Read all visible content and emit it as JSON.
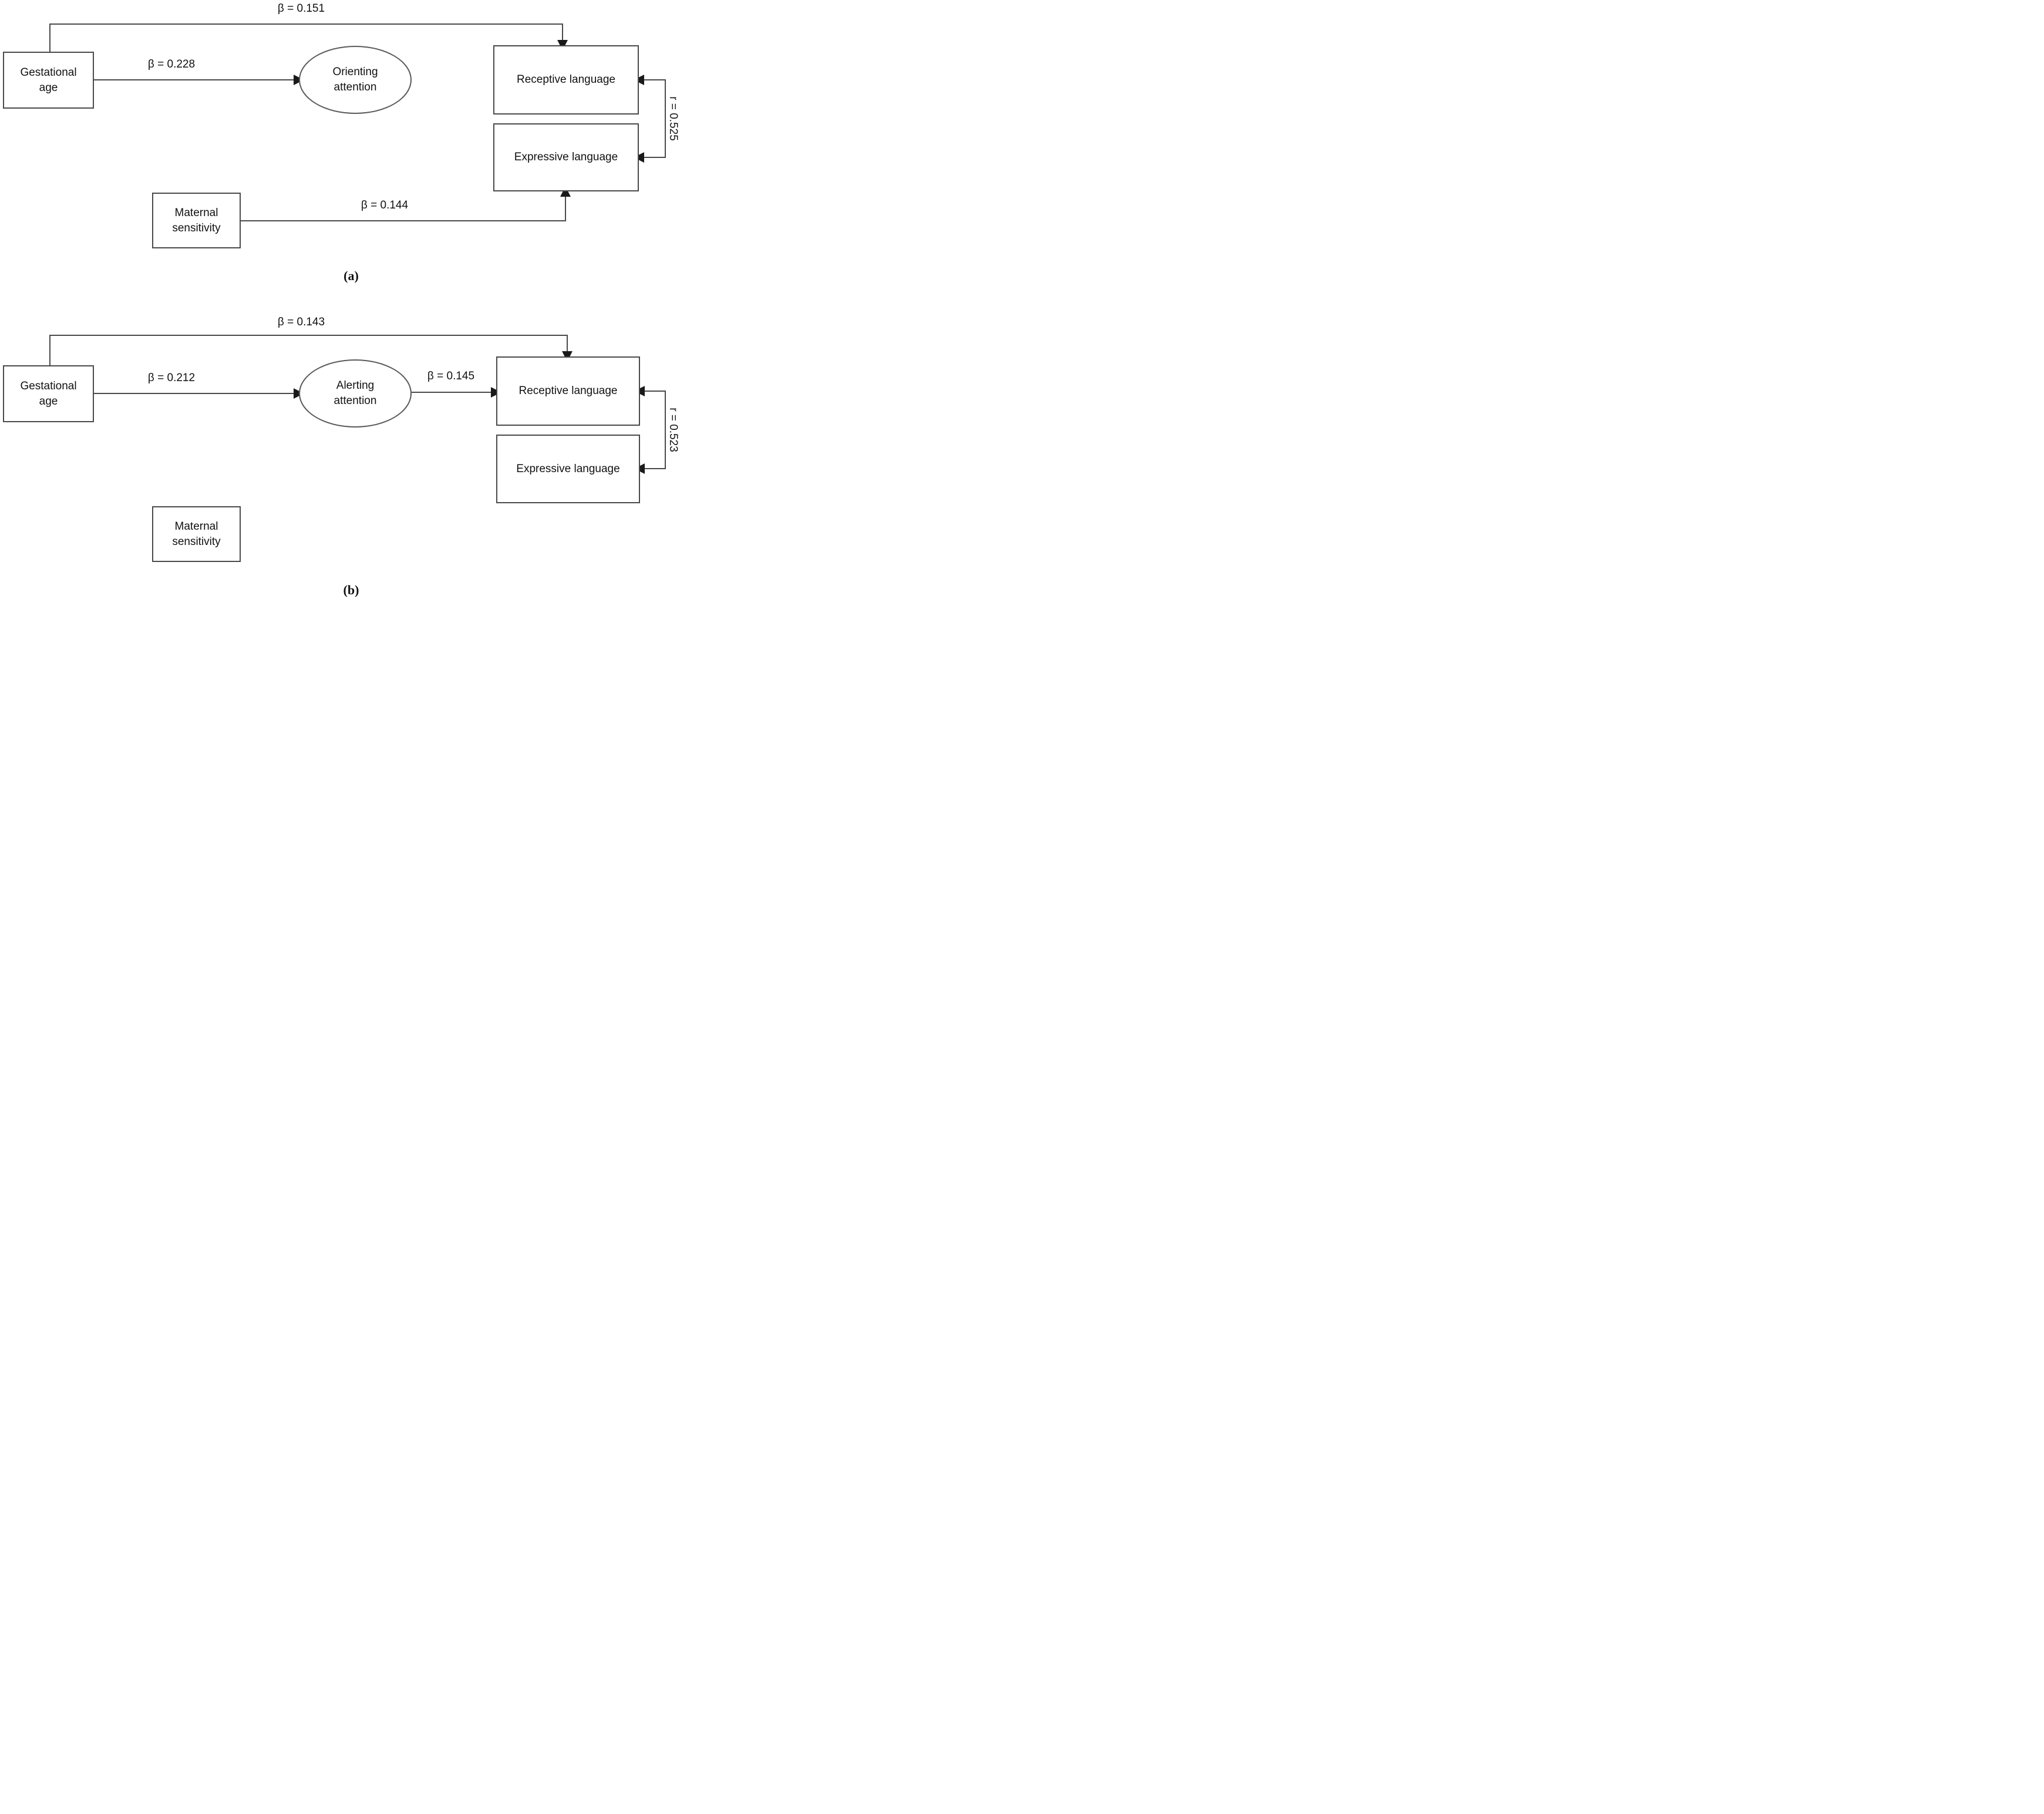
{
  "figure": {
    "panel_a": {
      "panel_label": "(a)",
      "nodes": {
        "gestational_age": "Gestational age",
        "orienting_attention": "Orienting attention",
        "receptive_language": "Receptive language",
        "expressive_language": "Expressive language",
        "maternal_sensitivity": "Maternal sensitivity"
      },
      "coefficients": {
        "ga_to_receptive": "β = 0.151",
        "ga_to_orienting": "β = 0.228",
        "maternal_to_expressive": "β = 0.144",
        "receptive_expressive_correlation": "r = 0.525"
      }
    },
    "panel_b": {
      "panel_label": "(b)",
      "nodes": {
        "gestational_age": "Gestational age",
        "alerting_attention": "Alerting attention",
        "receptive_language": "Receptive language",
        "expressive_language": "Expressive language",
        "maternal_sensitivity": "Maternal sensitivity"
      },
      "coefficients": {
        "ga_to_receptive": "β = 0.143",
        "ga_to_alerting": "β = 0.212",
        "alerting_to_receptive": "β = 0.145",
        "receptive_expressive_correlation": "r = 0.523"
      }
    }
  }
}
